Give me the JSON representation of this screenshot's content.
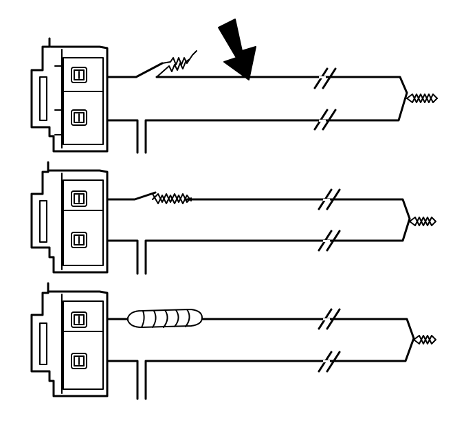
{
  "diagram": {
    "description_stages": [
      "untwisted-wire-exposed",
      "wire-retwisted",
      "wire-taped"
    ],
    "colors": {
      "line": "#000000",
      "background": "#ffffff",
      "tape": "#ffffff"
    },
    "icons": [
      "connector-icon",
      "callout-arrow-icon",
      "twisted-wire-icon",
      "break-mark-icon",
      "tape-wrap-icon"
    ]
  }
}
